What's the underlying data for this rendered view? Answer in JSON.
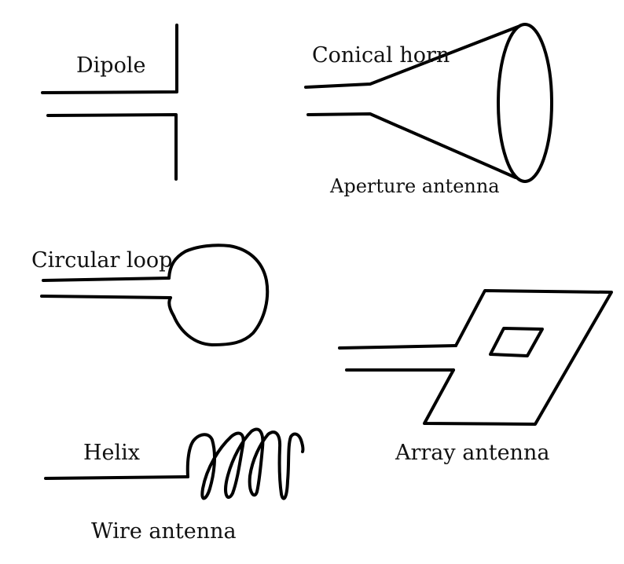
{
  "diagram": {
    "background": "#ffffff",
    "stroke_color": "#000000",
    "labels": {
      "dipole": "Dipole",
      "conical_horn": "Conical horn",
      "aperture_antenna": "Aperture antenna",
      "circular_loop": "Circular loop",
      "helix": "Helix",
      "wire_antenna": "Wire antenna",
      "array_antenna": "Array antenna"
    }
  }
}
